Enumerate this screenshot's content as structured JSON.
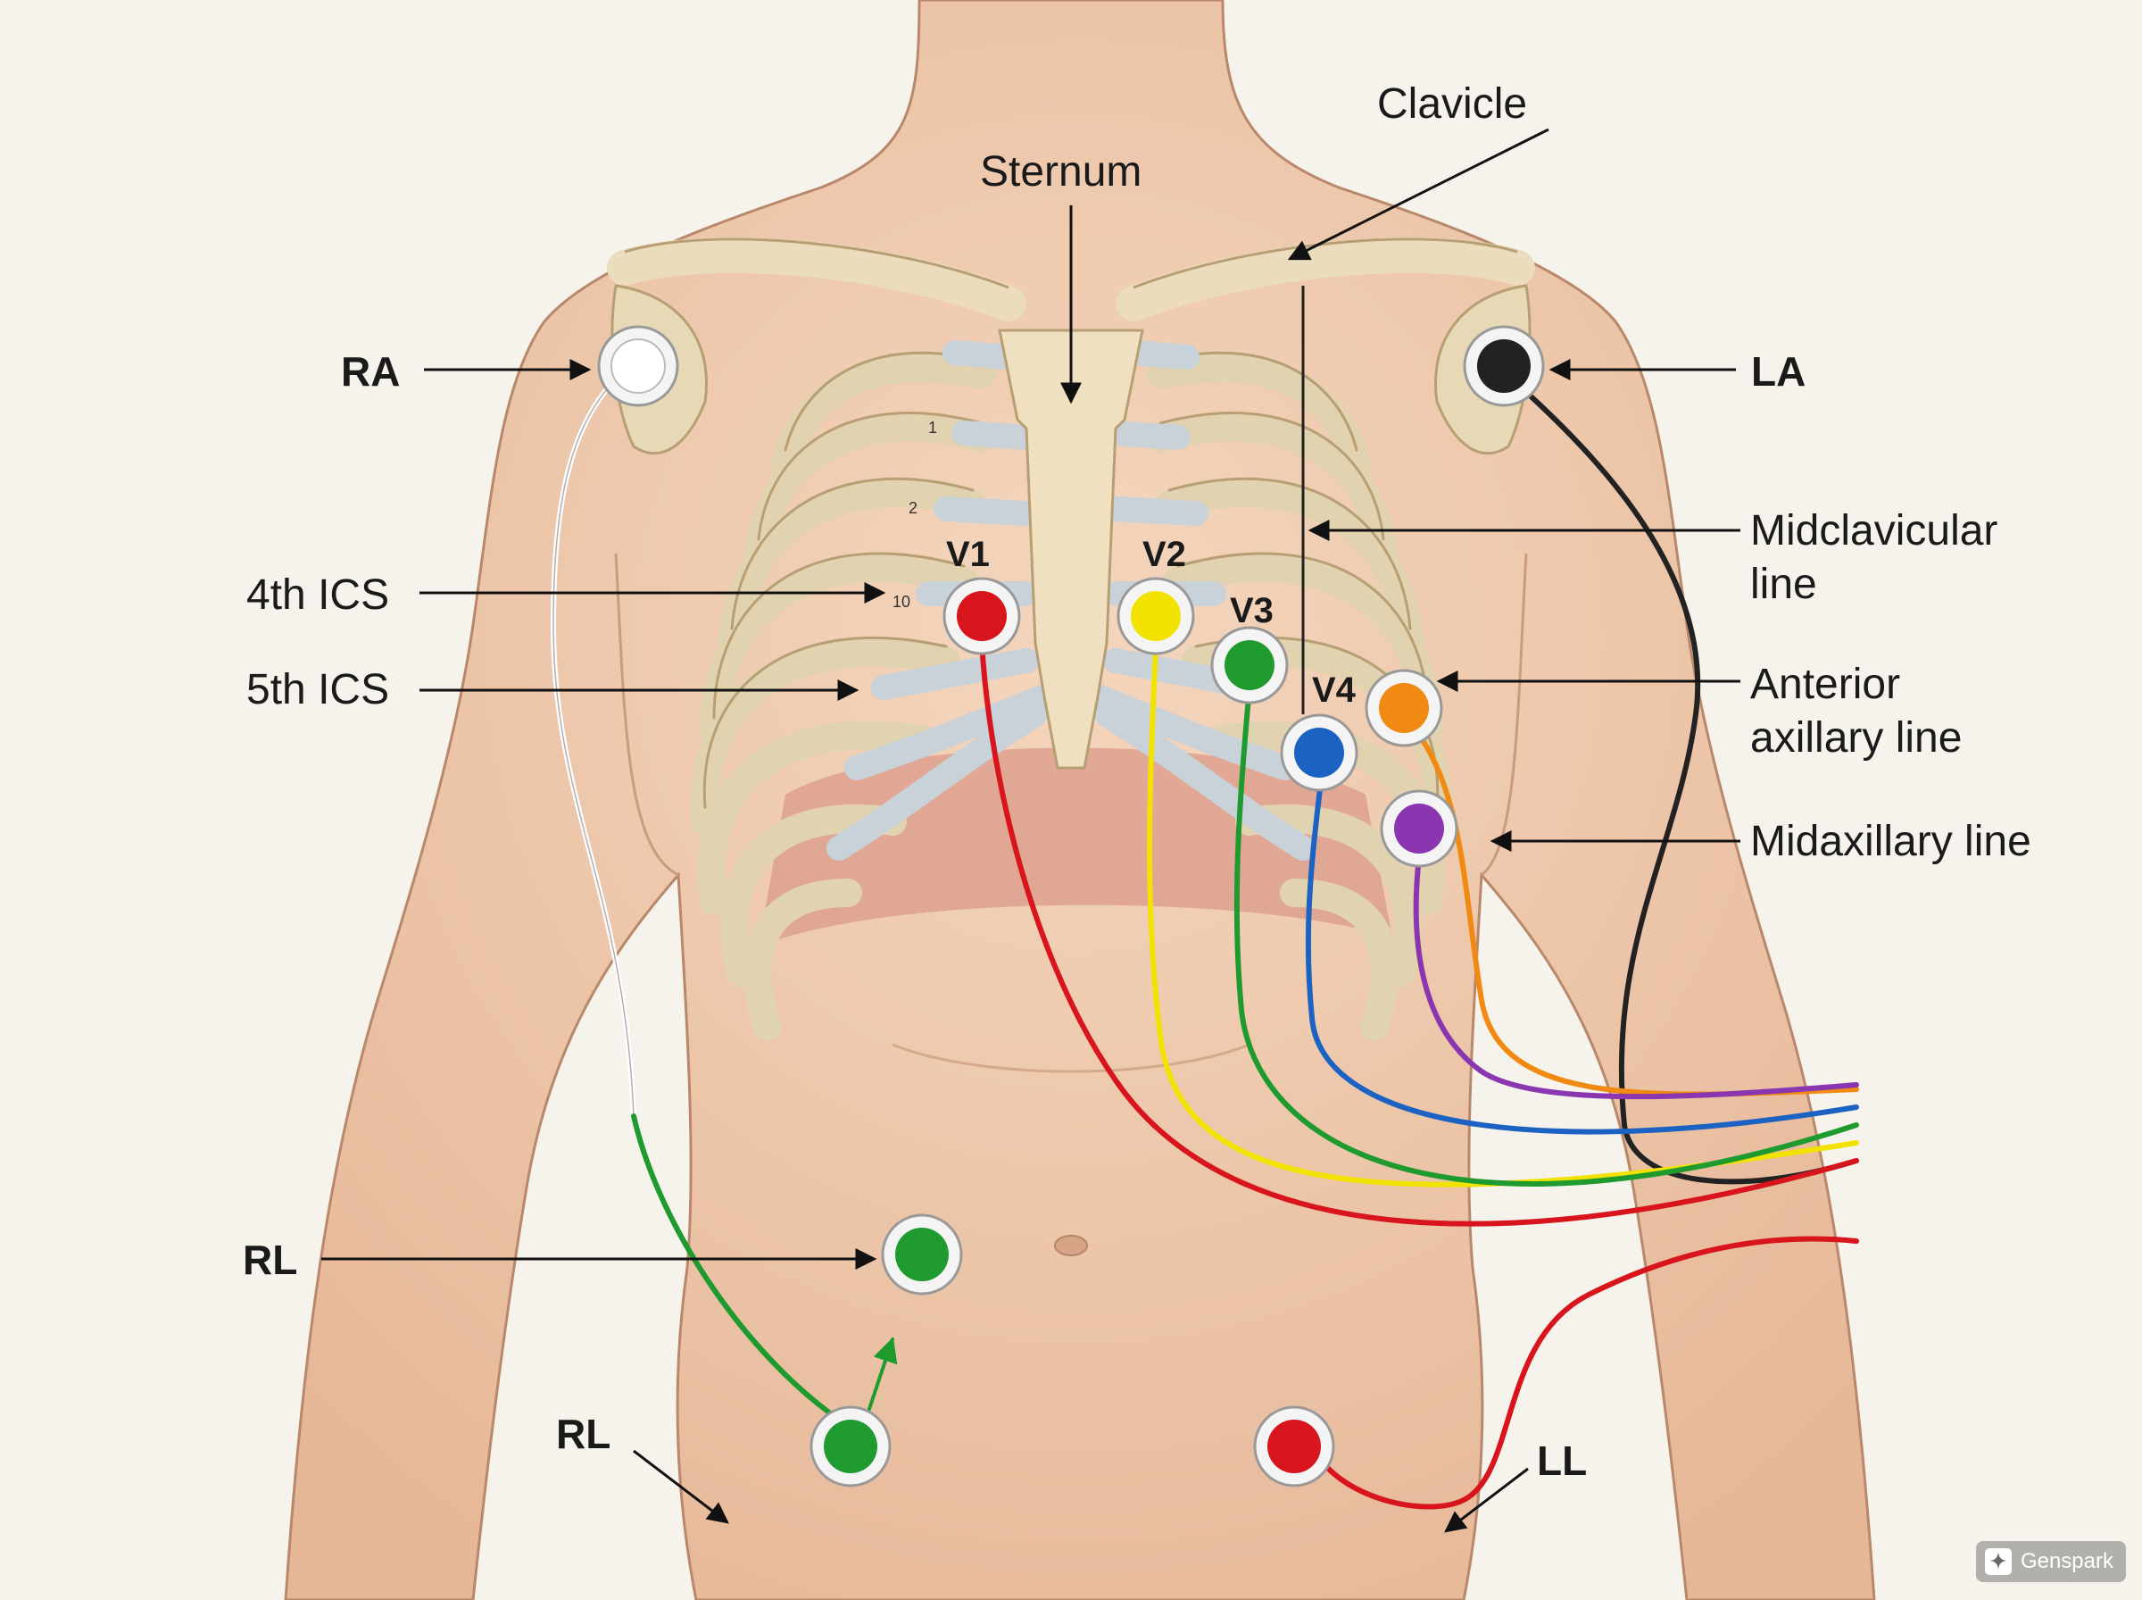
{
  "labels": {
    "clavicle": "Clavicle",
    "sternum": "Sternum",
    "ra": "RA",
    "la": "LA",
    "midclavicular_1": "Midclavicular",
    "midclavicular_2": "line",
    "ics4": "4th ICS",
    "ics5": "5th ICS",
    "anterior_1": "Anterior",
    "anterior_2": "axillary line",
    "midaxillary": "Midaxillary line",
    "rl_upper": "RL",
    "rl_lower": "RL",
    "ll": "LL",
    "v1": "V1",
    "v2": "V2",
    "v3": "V3",
    "v4": "V4",
    "rib1": "1",
    "rib2": "2",
    "rib10": "10"
  },
  "electrodes": {
    "ra": "#ffffff",
    "la": "#222222",
    "v1": "#d8141c",
    "v2": "#f2e200",
    "v3": "#1e9a2e",
    "v4": "#1c62c2",
    "v5": "#f08a12",
    "v6": "#8a36b0",
    "rl": "#1e9a2e",
    "ll": "#d8141c"
  },
  "watermark": {
    "text": "Genspark",
    "icon": "genspark-logo-icon"
  }
}
